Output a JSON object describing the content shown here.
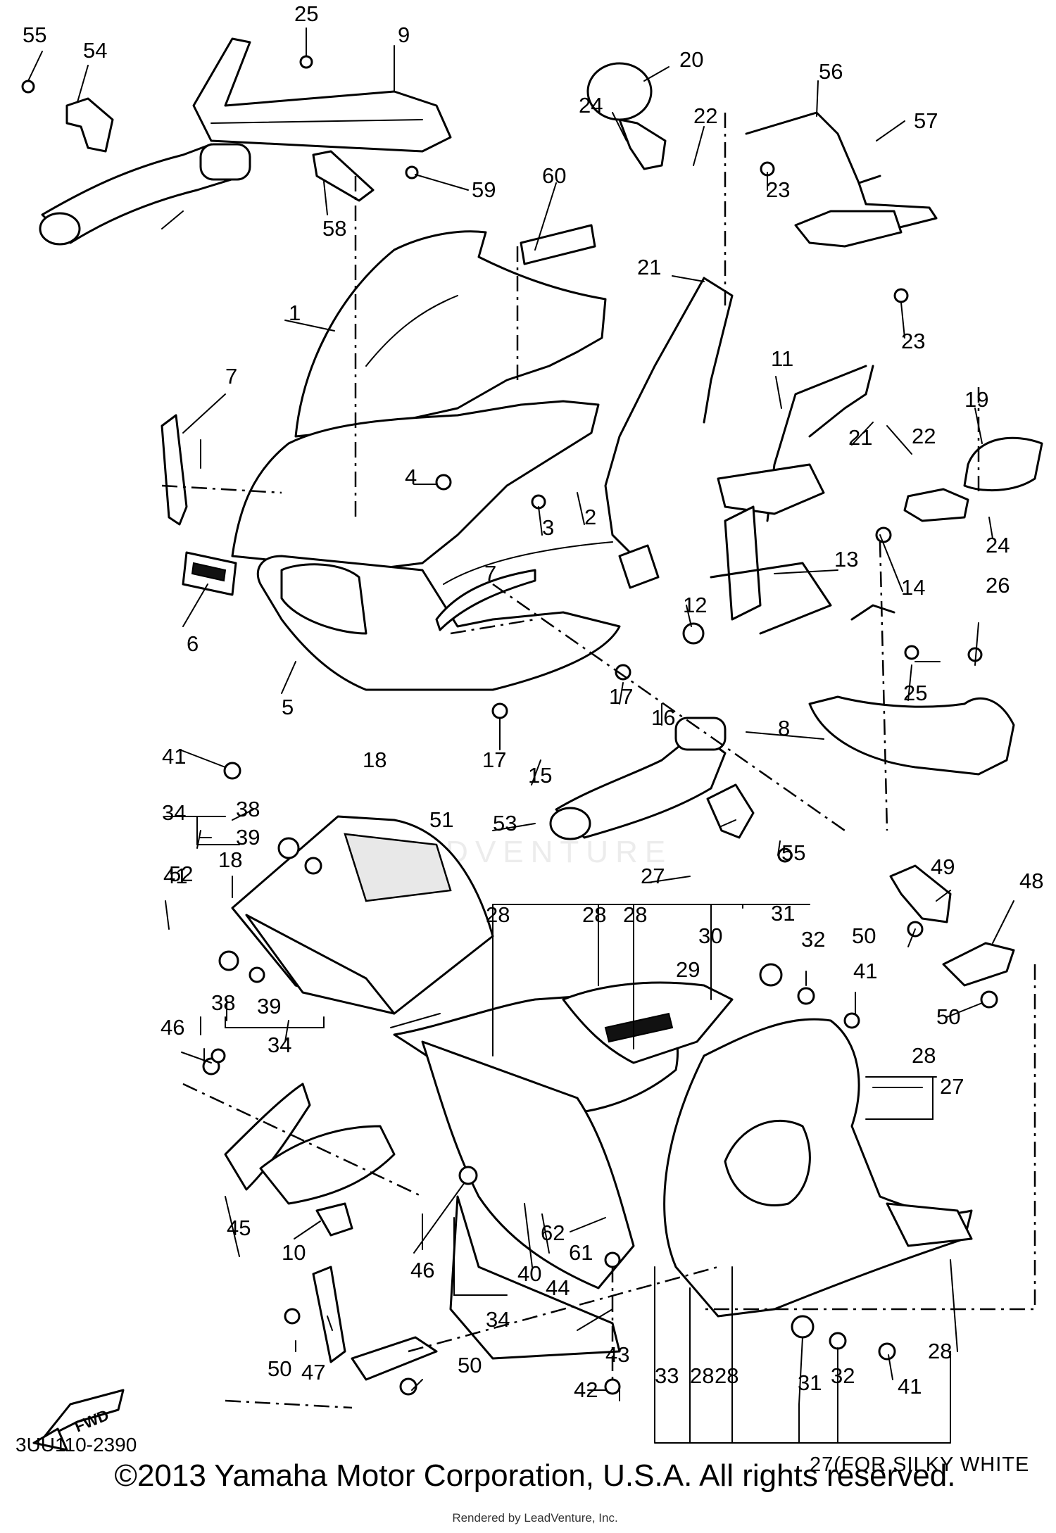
{
  "diagram": {
    "drawing_code": "3UU110-2390",
    "color_note": "27(FOR SILKY WHITE",
    "fwd_label": "FWD",
    "watermark_text": "LEADVENTURE",
    "copyright": "©2013 Yamaha Motor Corporation, U.S.A. All rights reserved.",
    "render_credit": "Rendered by LeadVenture, Inc."
  },
  "callouts": [
    "1",
    "2",
    "3",
    "4",
    "5",
    "6",
    "7",
    "7",
    "8",
    "9",
    "10",
    "11",
    "12",
    "13",
    "14",
    "15",
    "16",
    "17",
    "17",
    "18",
    "18",
    "19",
    "20",
    "21",
    "21",
    "22",
    "22",
    "23",
    "23",
    "24",
    "24",
    "25",
    "25",
    "26",
    "27",
    "27",
    "28",
    "28",
    "28",
    "28",
    "28",
    "28",
    "28",
    "29",
    "30",
    "31",
    "31",
    "32",
    "32",
    "33",
    "34",
    "34",
    "34",
    "38",
    "38",
    "39",
    "39",
    "40",
    "41",
    "41",
    "41",
    "41",
    "42",
    "43",
    "44",
    "45",
    "46",
    "46",
    "47",
    "48",
    "49",
    "50",
    "50",
    "50",
    "50",
    "51",
    "52",
    "53",
    "54",
    "55",
    "55",
    "56",
    "57",
    "58",
    "59",
    "60",
    "61",
    "62"
  ]
}
